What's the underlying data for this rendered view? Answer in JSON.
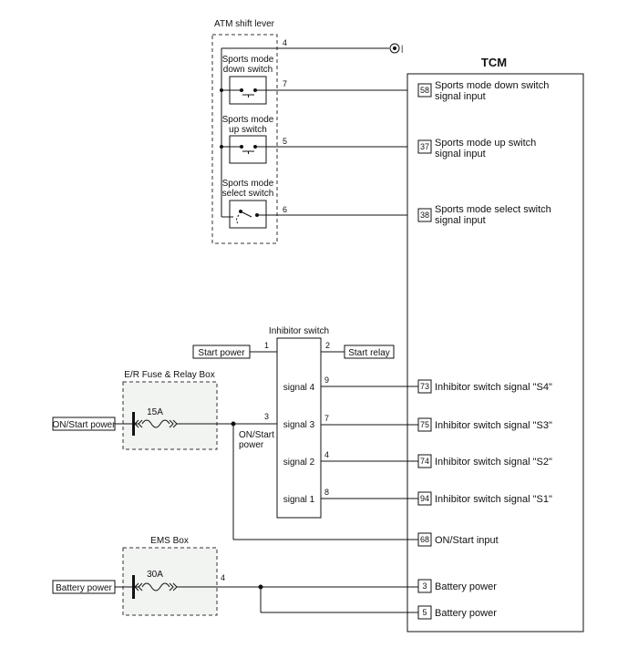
{
  "atm": {
    "title": "ATM shift lever",
    "sw_down": [
      "Sports mode",
      "down switch"
    ],
    "sw_up": [
      "Sports mode",
      "up switch"
    ],
    "sw_select": [
      "Sports mode",
      "select switch"
    ],
    "pin_ground": "4",
    "pin_down": "7",
    "pin_up": "5",
    "pin_select": "6"
  },
  "tcm": {
    "title": "TCM",
    "pins": [
      {
        "num": "58",
        "lines": [
          "Sports mode down switch",
          "signal input"
        ]
      },
      {
        "num": "37",
        "lines": [
          "Sports mode up switch",
          "signal input"
        ]
      },
      {
        "num": "38",
        "lines": [
          "Sports mode select switch",
          "signal input"
        ]
      },
      {
        "num": "73",
        "lines": [
          "Inhibitor switch signal \"S4\""
        ]
      },
      {
        "num": "75",
        "lines": [
          "Inhibitor switch signal \"S3\""
        ]
      },
      {
        "num": "74",
        "lines": [
          "Inhibitor switch signal \"S2\""
        ]
      },
      {
        "num": "94",
        "lines": [
          "Inhibitor switch signal \"S1\""
        ]
      },
      {
        "num": "68",
        "lines": [
          "ON/Start input"
        ]
      },
      {
        "num": "3",
        "lines": [
          "Battery power"
        ]
      },
      {
        "num": "5",
        "lines": [
          "Battery power"
        ]
      }
    ]
  },
  "inhibitor": {
    "title": "Inhibitor switch",
    "signals": [
      "signal 4",
      "signal 3",
      "signal 2",
      "signal 1"
    ],
    "pin_start_power": "1",
    "pin_start_relay": "2",
    "pin_on_start": "3",
    "pins_signal": [
      "9",
      "7",
      "4",
      "8"
    ],
    "start_power": "Start power",
    "start_relay": "Start relay",
    "on_start_power": [
      "ON/Start",
      "power"
    ]
  },
  "er_box": {
    "title": "E/R Fuse & Relay Box",
    "fuse": "15A",
    "source": "ON/Start power"
  },
  "ems_box": {
    "title": "EMS Box",
    "fuse": "30A",
    "source": "Battery power",
    "pin": "4"
  },
  "ground_mark": "|"
}
